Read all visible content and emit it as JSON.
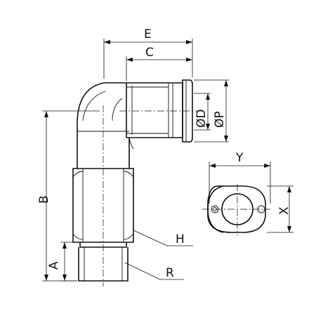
{
  "labels": {
    "E": "E",
    "C": "C",
    "D": "ØD",
    "P": "ØP",
    "Y": "Y",
    "X": "X",
    "B": "B",
    "A": "A",
    "H": "H",
    "R": "R"
  }
}
